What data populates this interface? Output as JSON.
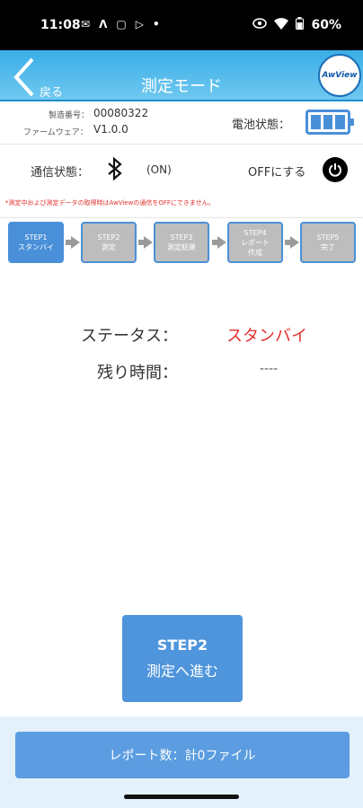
{
  "status_bar": {
    "time": "11:08",
    "left_icons": [
      "gmail-icon",
      "maps-icon",
      "sim-icon",
      "play-icon",
      "dot-icon"
    ],
    "battery_percent": "60%"
  },
  "header": {
    "back_label": "戻る",
    "title": "測定モード",
    "logo_text": "AwView"
  },
  "device": {
    "serial_label": "製造番号：",
    "serial_value": "00080322",
    "firmware_label": "ファームウェア：",
    "firmware_value": "V1.0.0",
    "battery_label": "電池状態：",
    "battery_bars": 3
  },
  "connection": {
    "label": "通信状態：",
    "state": "(ON)",
    "off_label": "OFFにする"
  },
  "warning": "*測定中および測定データの取得時はAwViewの通信をOFFにできません。",
  "steps": [
    {
      "label": "STEP1\nスタンバイ",
      "active": true
    },
    {
      "label": "STEP2\n測定",
      "active": false
    },
    {
      "label": "STEP3\n測定結果",
      "active": false
    },
    {
      "label": "STEP4\nレポート\n作成",
      "active": false
    },
    {
      "label": "STEP5\n完了",
      "active": false
    }
  ],
  "status": {
    "status_label": "ステータス：",
    "status_value": "スタンバイ",
    "remaining_label": "残り時間：",
    "remaining_value": "----"
  },
  "next_button": {
    "line1": "STEP2",
    "line2": "測定へ進む"
  },
  "report_button": "レポート数：計0ファイル"
}
